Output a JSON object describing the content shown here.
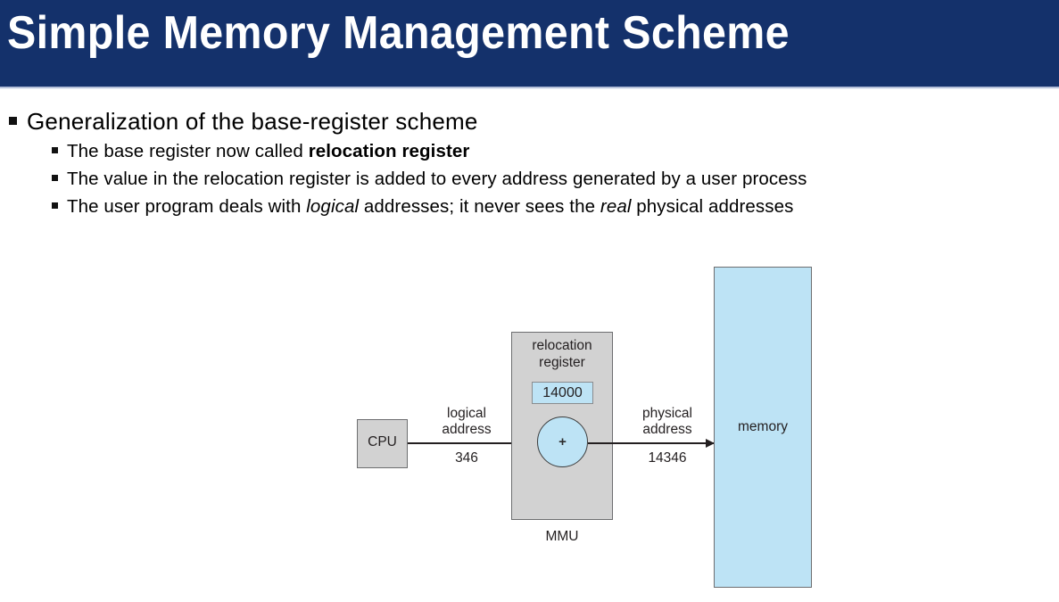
{
  "slide": {
    "title": "Simple Memory Management Scheme",
    "title_bg": "#14316b",
    "title_color": "#ffffff"
  },
  "bullets": [
    {
      "level": 1,
      "marker": "square-bullet",
      "text": "Generalization of the base-register scheme"
    },
    {
      "level": 2,
      "marker": "square-bullet",
      "text_parts": [
        {
          "t": "The base register now called ",
          "style": "normal"
        },
        {
          "t": "relocation register",
          "style": "bold"
        }
      ]
    },
    {
      "level": 2,
      "marker": "square-bullet",
      "text_parts": [
        {
          "t": "The value in the relocation register is added to every address generated by a user process",
          "style": "normal"
        }
      ]
    },
    {
      "level": 2,
      "marker": "square-bullet",
      "text_parts": [
        {
          "t": "The user program deals with ",
          "style": "normal"
        },
        {
          "t": "logical",
          "style": "italic"
        },
        {
          "t": " addresses; it never sees the ",
          "style": "normal"
        },
        {
          "t": "real",
          "style": "italic"
        },
        {
          "t": " physical addresses",
          "style": "normal"
        }
      ]
    }
  ],
  "diagram": {
    "cpu": {
      "label": "CPU",
      "fill": "#d2d2d2",
      "stroke": "#6d6e70"
    },
    "logical": {
      "label_line1": "logical",
      "label_line2": "address",
      "value": "346"
    },
    "mmu": {
      "caption": "MMU",
      "fill": "#d2d2d2",
      "stroke": "#6d6e70",
      "register_title_line1": "relocation",
      "register_title_line2": "register",
      "register_value": "14000",
      "register_fill": "#bde3f5",
      "adder_symbol": "+",
      "adder_fill": "#bde3f5"
    },
    "physical": {
      "label_line1": "physical",
      "label_line2": "address",
      "value": "14346"
    },
    "memory": {
      "label": "memory",
      "fill": "#bde3f5",
      "stroke": "#6d6e70"
    }
  }
}
